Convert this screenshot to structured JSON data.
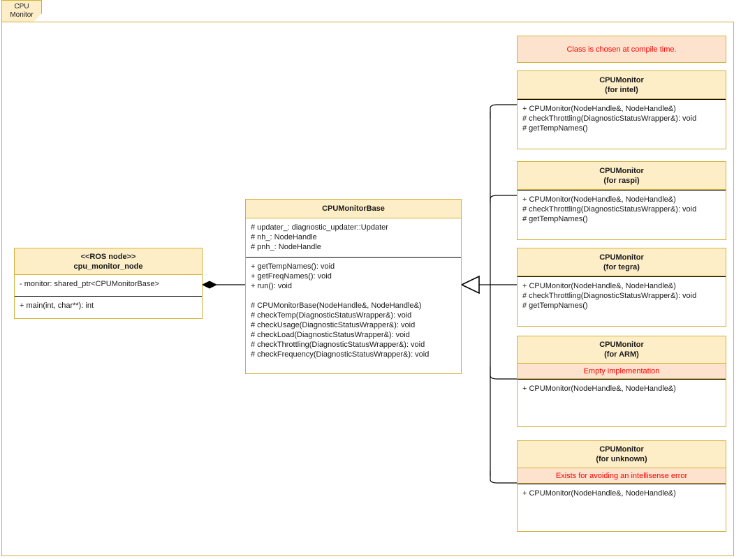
{
  "package": {
    "tab_line1": "CPU",
    "tab_line2": "Monitor"
  },
  "colors": {
    "border": "#d4af37",
    "header_fill": "#fdeec8",
    "note_fill": "#fde3cd",
    "note_text": "#ff0000",
    "body_fill": "#ffffff",
    "line": "#000000"
  },
  "notes": {
    "compile_time": "Class is chosen at compile time."
  },
  "ros_node": {
    "stereotype": "<<ROS node>>",
    "name": "cpu_monitor_node",
    "attributes": [
      "- monitor: shared_ptr<CPUMonitorBase>"
    ],
    "operations": [
      "+ main(int, char**): int"
    ]
  },
  "base_class": {
    "name": "CPUMonitorBase",
    "attributes": [
      "# updater_: diagnostic_updater::Updater",
      "# nh_: NodeHandle",
      "# pnh_: NodeHandle"
    ],
    "operations_public": [
      "+ getTempNames(): void",
      "+ getFreqNames(): void",
      "+ run(): void"
    ],
    "operations_protected": [
      "# CPUMonitorBase(NodeHandle&, NodeHandle&)",
      "# checkTemp(DiagnosticStatusWrapper&): void",
      "# checkUsage(DiagnosticStatusWrapper&): void",
      "# checkLoad(DiagnosticStatusWrapper&): void",
      "# checkThrottling(DiagnosticStatusWrapper&): void",
      "# checkFrequency(DiagnosticStatusWrapper&): void"
    ]
  },
  "subclasses": [
    {
      "name": "CPUMonitor",
      "variant": "(for intel)",
      "note": null,
      "operations": [
        "+ CPUMonitor(NodeHandle&, NodeHandle&)",
        "# checkThrottling(DiagnosticStatusWrapper&): void",
        "# getTempNames()"
      ]
    },
    {
      "name": "CPUMonitor",
      "variant": "(for raspi)",
      "note": null,
      "operations": [
        "+ CPUMonitor(NodeHandle&, NodeHandle&)",
        "# checkThrottling(DiagnosticStatusWrapper&): void",
        "# getTempNames()"
      ]
    },
    {
      "name": "CPUMonitor",
      "variant": "(for tegra)",
      "note": null,
      "operations": [
        "+ CPUMonitor(NodeHandle&, NodeHandle&)",
        "# checkThrottling(DiagnosticStatusWrapper&): void",
        "# getTempNames()"
      ]
    },
    {
      "name": "CPUMonitor",
      "variant": "(for ARM)",
      "note": "Empty implementation",
      "operations": [
        "+ CPUMonitor(NodeHandle&, NodeHandle&)"
      ]
    },
    {
      "name": "CPUMonitor",
      "variant": "(for unknown)",
      "note": "Exists for avoiding an intellisense error",
      "operations": [
        "+ CPUMonitor(NodeHandle&, NodeHandle&)"
      ]
    }
  ],
  "relationships": {
    "composition": "composition-diamond",
    "generalization": "inheritance-triangle"
  }
}
